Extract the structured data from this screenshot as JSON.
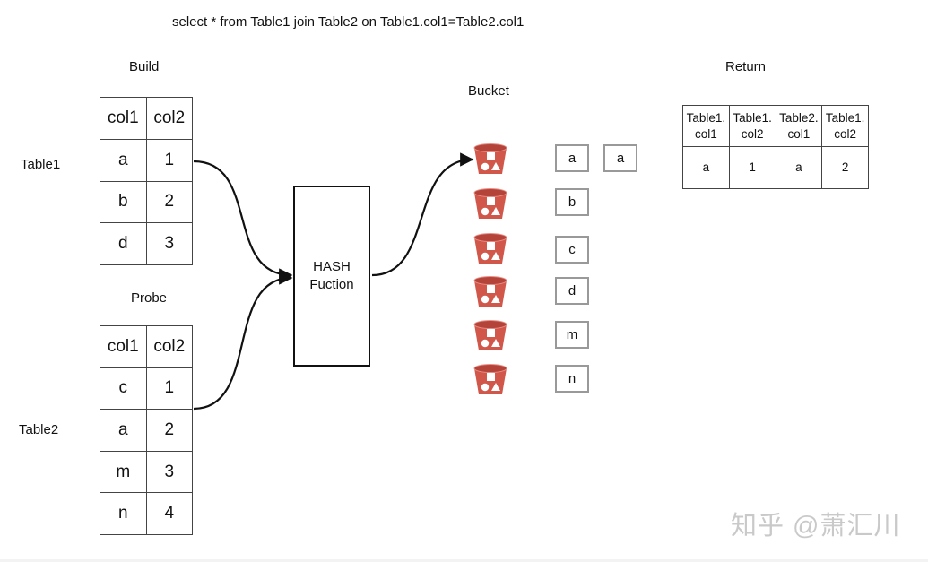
{
  "query": "select * from Table1 join Table2 on Table1.col1=Table2.col1",
  "build": {
    "label": "Build",
    "table_name": "Table1",
    "headers": [
      "col1",
      "col2"
    ],
    "rows": [
      [
        "a",
        "1"
      ],
      [
        "b",
        "2"
      ],
      [
        "d",
        "3"
      ]
    ]
  },
  "probe": {
    "label": "Probe",
    "table_name": "Table2",
    "headers": [
      "col1",
      "col2"
    ],
    "rows": [
      [
        "c",
        "1"
      ],
      [
        "a",
        "2"
      ],
      [
        "m",
        "3"
      ],
      [
        "n",
        "4"
      ]
    ]
  },
  "hash": {
    "line1": "HASH",
    "line2": "Fuction"
  },
  "bucket": {
    "label": "Bucket",
    "keys": [
      "a",
      "b",
      "c",
      "d",
      "m",
      "n"
    ],
    "extra_key": "a",
    "icon": "bucket-icon",
    "icon_color": "#d2574b"
  },
  "result": {
    "label": "Return",
    "headers": [
      [
        "Table1.",
        "col1"
      ],
      [
        "Table1.",
        "col2"
      ],
      [
        "Table2.",
        "col1"
      ],
      [
        "Table1.",
        "col2"
      ]
    ],
    "row": [
      "a",
      "1",
      "a",
      "2"
    ]
  },
  "watermark": "知乎 @萧汇川"
}
